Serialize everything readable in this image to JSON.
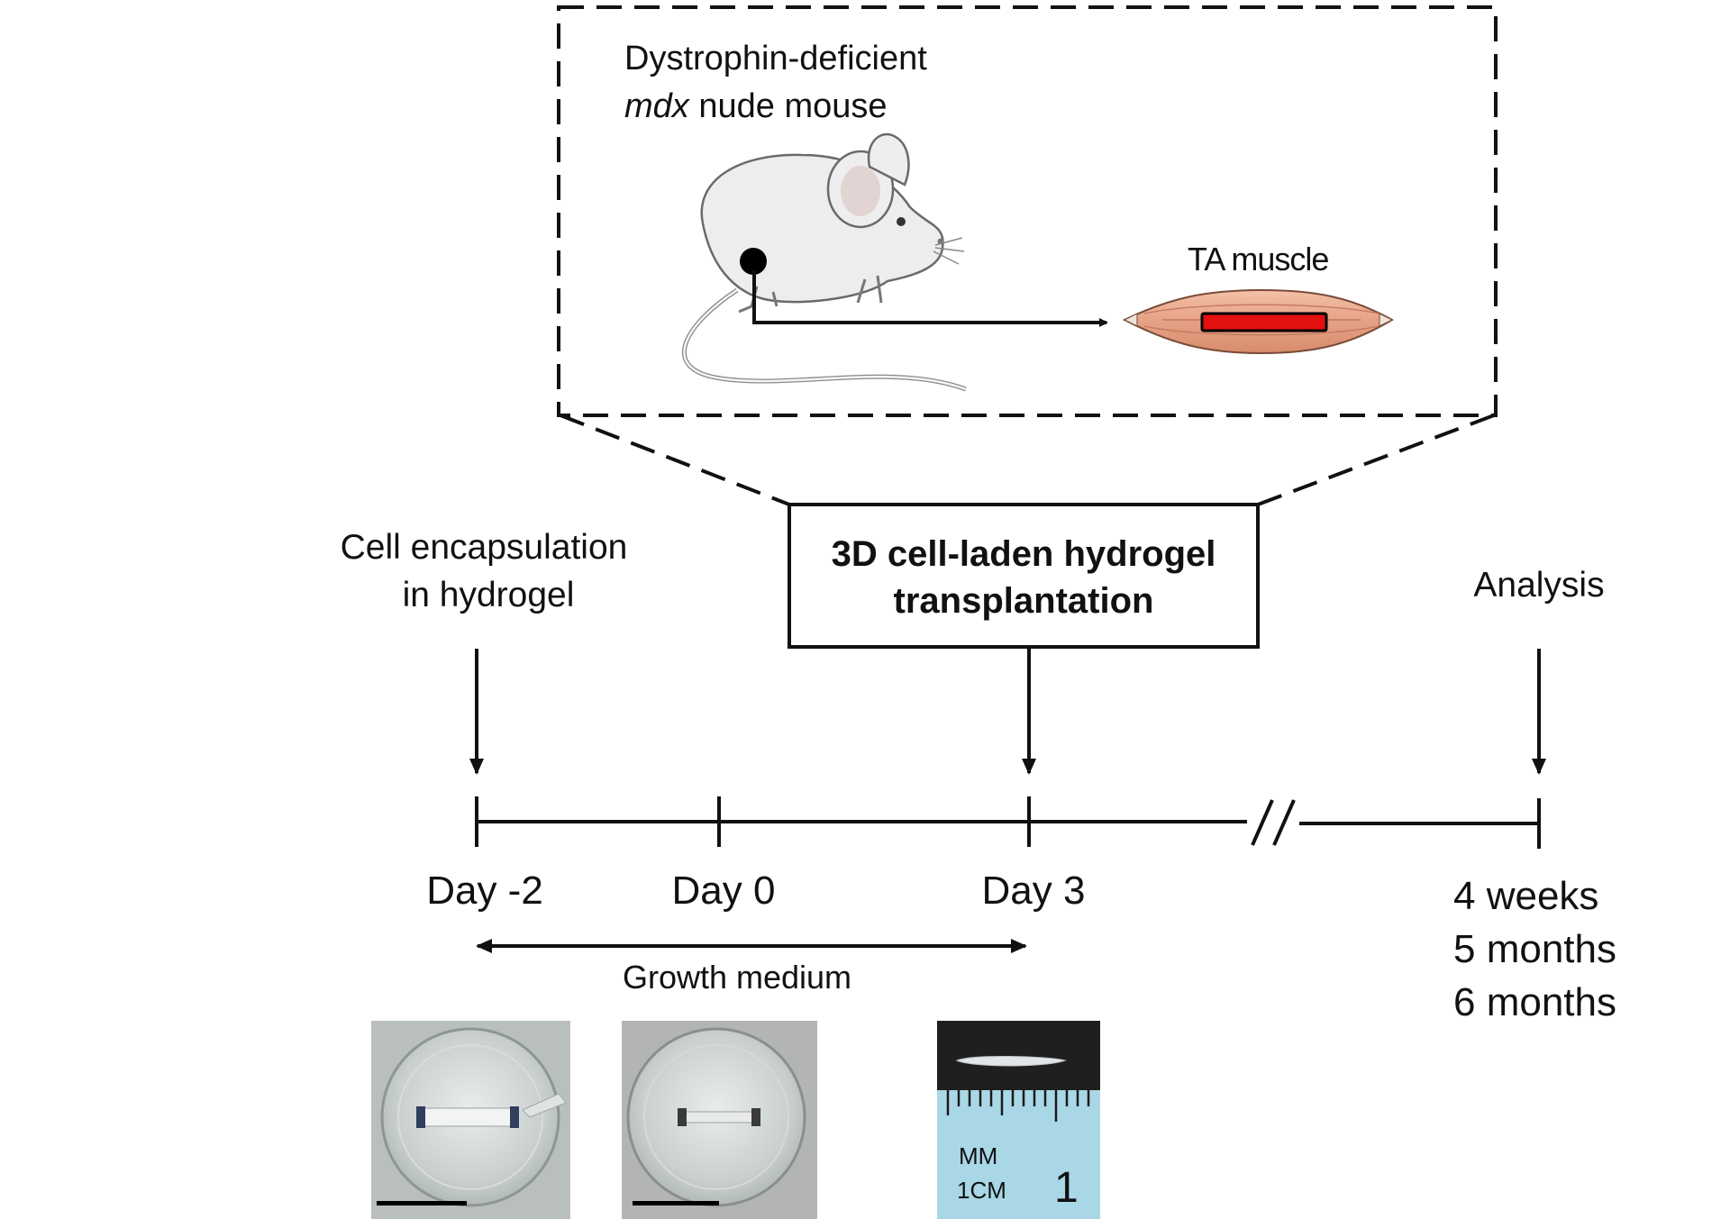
{
  "inset": {
    "mouse_line1": "Dystrophin-deficient",
    "mouse_line2_italic": "mdx",
    "mouse_line2_rest": " nude mouse",
    "muscle_label": "TA muscle"
  },
  "steps": {
    "encapsulation_line1": "Cell encapsulation",
    "encapsulation_line2": "in hydrogel",
    "transplant_line1": "3D cell-laden hydrogel",
    "transplant_line2": "transplantation",
    "analysis": "Analysis"
  },
  "timeline": {
    "days": [
      "Day -2",
      "Day 0",
      "Day 3"
    ],
    "analysis_times": [
      "4 weeks",
      "5 months",
      "6 months"
    ],
    "span_label": "Growth medium"
  },
  "photos": {
    "ruler_text_mm": "MM",
    "ruler_text_cm": "1CM",
    "ruler_text_one": "1"
  },
  "colors": {
    "muscle": "#e6a184",
    "implant": "#e31010",
    "mouse": "#ececec",
    "ruler_bg": "#a9d7e6"
  }
}
